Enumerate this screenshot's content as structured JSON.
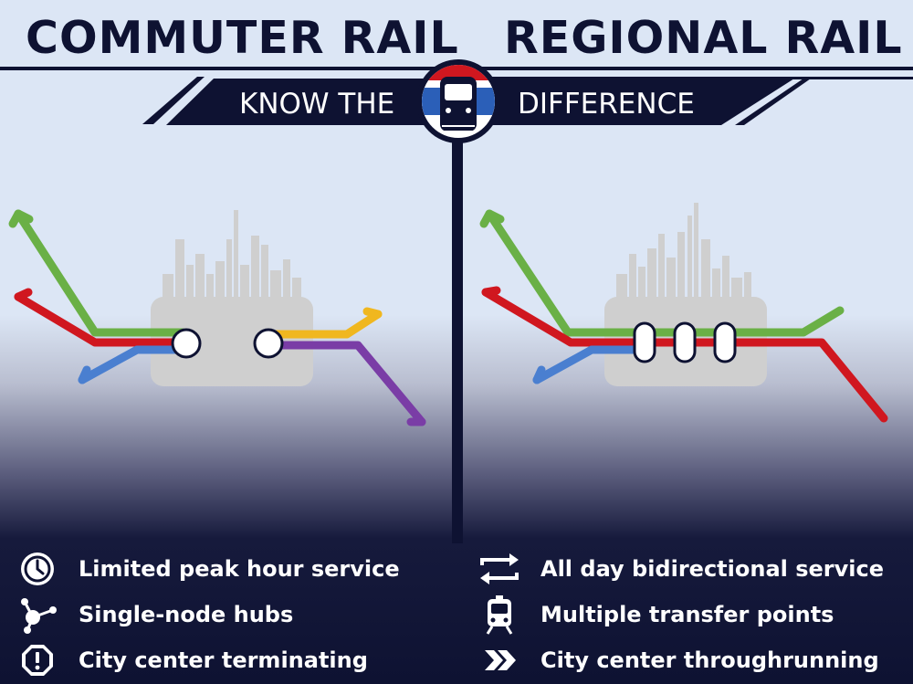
{
  "header": {
    "left_title": "COMMUTER RAIL",
    "right_title": "REGIONAL RAIL",
    "banner_left": "KNOW THE",
    "banner_right": "DIFFERENCE"
  },
  "colors": {
    "navy": "#0e1232",
    "sky": "#dce6f5",
    "green": "#6ab046",
    "red": "#d0171f",
    "blue": "#4a7fd0",
    "yellow": "#f0b71f",
    "purple": "#7a3da6",
    "city": "#cfcfcf"
  },
  "left_legend": [
    {
      "icon": "clock-icon",
      "text": "Limited peak hour service"
    },
    {
      "icon": "hub-icon",
      "text": "Single-node hubs"
    },
    {
      "icon": "alert-icon",
      "text": "City center terminating"
    }
  ],
  "right_legend": [
    {
      "icon": "bidirectional-arrows-icon",
      "text": "All day bidirectional service"
    },
    {
      "icon": "train-icon",
      "text": "Multiple transfer points"
    },
    {
      "icon": "chevron-right-icon",
      "text": "City center throughrunning"
    }
  ]
}
